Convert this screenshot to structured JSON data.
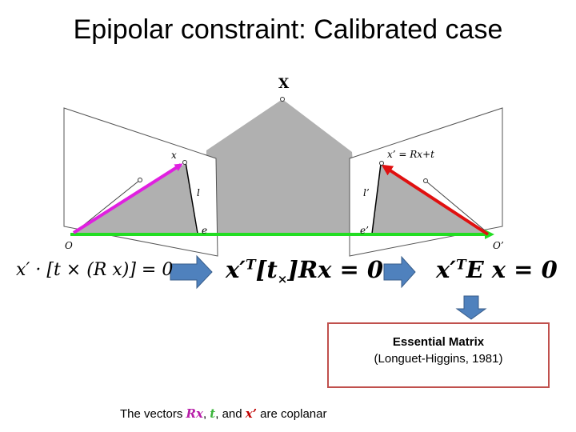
{
  "title": "Epipolar constraint: Calibrated case",
  "diagram": {
    "point_X": "X",
    "point_x": "x",
    "point_xprime": "x’ = Rx+t",
    "line_l": "l",
    "line_lprime": "l’",
    "epipole_e": "e",
    "epipole_eprime": "e’",
    "center_O": "O",
    "center_Oprime": "O’"
  },
  "equations": {
    "eq1": "x′ · [t × (R x)] = 0",
    "eq2_a": "x′",
    "eq2_sup": "T",
    "eq2_b": "[t",
    "eq2_sub": "×",
    "eq2_c": "]Rx = 0",
    "eq3_a": "x′",
    "eq3_sup": "T",
    "eq3_b": "E x = 0"
  },
  "note": {
    "title": "Essential Matrix",
    "subtitle": "(Longuet-Higgins, 1981)"
  },
  "footer": {
    "prefix": "The vectors ",
    "rx": "Rx",
    "sep1": ", ",
    "t": "t",
    "sep2": ", and ",
    "xp": "x’",
    "suffix": " are coplanar"
  },
  "colors": {
    "magenta": "#e020e0",
    "red": "#e01010",
    "green": "#22dd22",
    "arrow_blue": "#4f81bd",
    "box_border": "#c0504d",
    "plane_gray": "#b0b0b0"
  }
}
